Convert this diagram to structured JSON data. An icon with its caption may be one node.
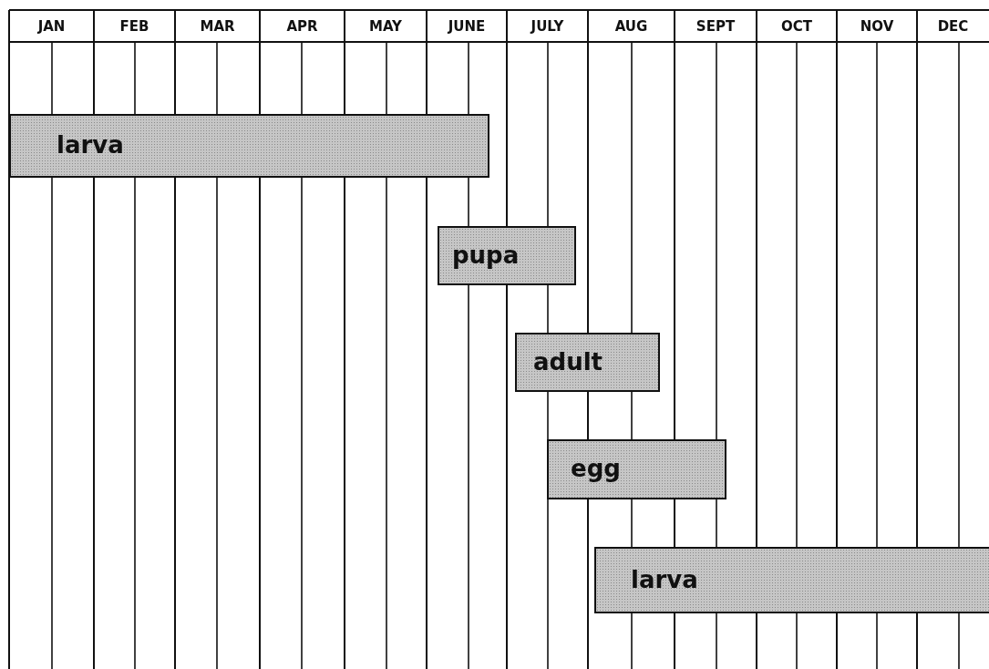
{
  "diagram": {
    "nodes": [
      {
        "text": [
          "larva"
        ]
      },
      {
        "text": [
          "pupa"
        ]
      },
      {
        "text": [
          "adult"
        ]
      },
      {
        "text": [
          "egg"
        ]
      },
      {
        "text": [
          "larva"
        ]
      }
    ],
    "labels": [
      "JAN",
      "FEB",
      "MAR",
      "APR",
      "MAY",
      "JUNE",
      "JULY",
      "AUG",
      "SEPT",
      "OCT",
      "NOV",
      "DEC"
    ]
  }
}
